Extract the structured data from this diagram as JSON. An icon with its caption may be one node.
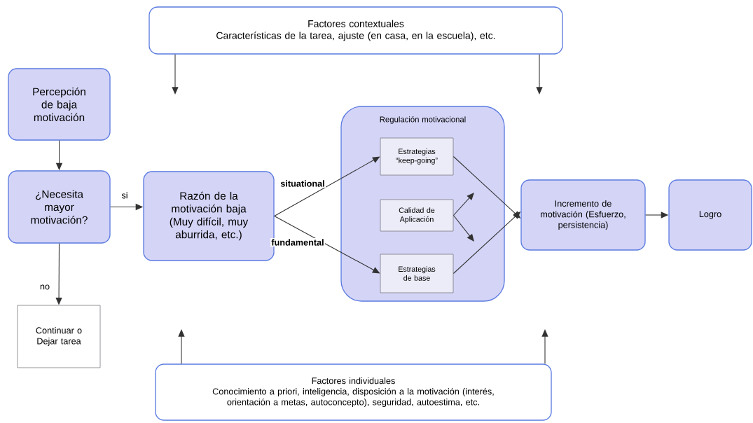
{
  "diagram": {
    "nodes": [
      {
        "text": [
          "Factores contextuales",
          "Características de la tarea, ajuste (en casa, en la escuela), etc."
        ]
      },
      {
        "text": [
          "Percepción de baja motivación"
        ]
      },
      {
        "text": [
          "¿Necesita mayor motivación?"
        ]
      },
      {
        "text": [
          "Razón de la motivación baja (Muy difícil, muy aburrida, etc.)"
        ]
      },
      {
        "text": [
          "Regulación motivacional"
        ]
      },
      {
        "text": [
          "Estrategias “keep-going”"
        ],
        "in": 4
      },
      {
        "text": [
          "Calidad de Aplicación"
        ],
        "in": 4
      },
      {
        "text": [
          "Estrategias de base"
        ],
        "in": 4
      },
      {
        "text": [
          "Incremento de motivación (Esfuerzo, persistencia)"
        ]
      },
      {
        "text": [
          "Logro"
        ]
      },
      {
        "text": [
          "Continuar o Dejar tarea"
        ]
      },
      {
        "text": [
          "Factores individuales",
          "Conocimiento a priori, inteligencia, disposición a la motivación (interés, orientación a metas, autoconcepto), seguridad, autoestima, etc."
        ]
      }
    ],
    "edges": [
      {
        "from": 0,
        "to": null,
        "arrow": "to"
      },
      {
        "from": 0,
        "to": null,
        "arrow": "to"
      },
      {
        "from": 1,
        "to": 2,
        "arrow": "to"
      },
      {
        "from": 2,
        "to": 3,
        "arrow": "to",
        "label": "si"
      },
      {
        "from": 2,
        "to": 10,
        "arrow": "to",
        "label": "no"
      },
      {
        "from": 3,
        "to": 5,
        "arrow": "to",
        "label": "situational"
      },
      {
        "from": 3,
        "to": 7,
        "arrow": "to",
        "label": "fundamental"
      },
      {
        "from": 6,
        "to": null,
        "arrow": "to"
      },
      {
        "from": 6,
        "to": null,
        "arrow": "to"
      },
      {
        "from": 5,
        "to": 8,
        "arrow": "to"
      },
      {
        "from": 7,
        "to": 8,
        "arrow": "to"
      },
      {
        "from": 8,
        "to": 9,
        "arrow": "to"
      },
      {
        "from": 11,
        "to": null,
        "arrow": "to"
      },
      {
        "from": 11,
        "to": null,
        "arrow": "to"
      }
    ]
  }
}
